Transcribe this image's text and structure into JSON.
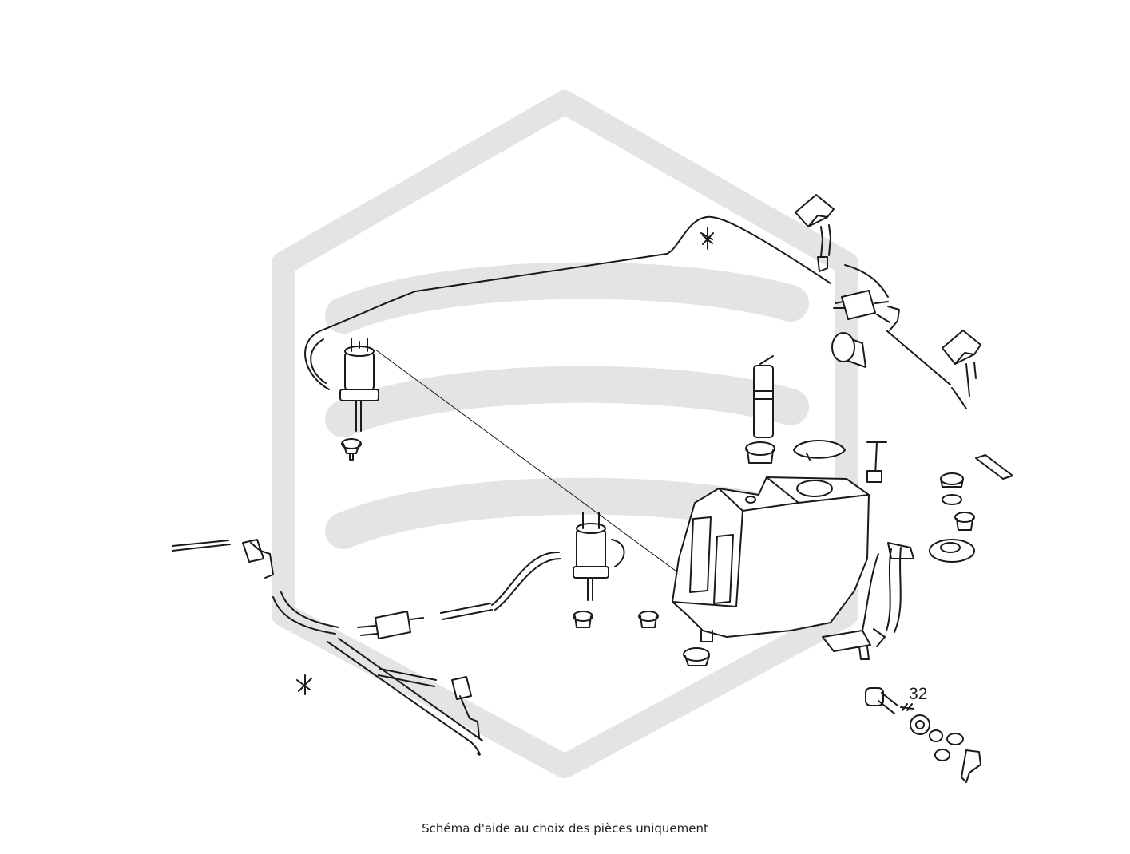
{
  "diagram": {
    "callouts": [
      {
        "id": "32",
        "label": "32"
      }
    ]
  },
  "caption": "Schéma d'aide au choix des pièces uniquement",
  "colors": {
    "line": "#1a1a1a",
    "watermark": "#e4e4e4",
    "background": "#ffffff"
  },
  "icons": [
    "watermark-logo-icon"
  ]
}
